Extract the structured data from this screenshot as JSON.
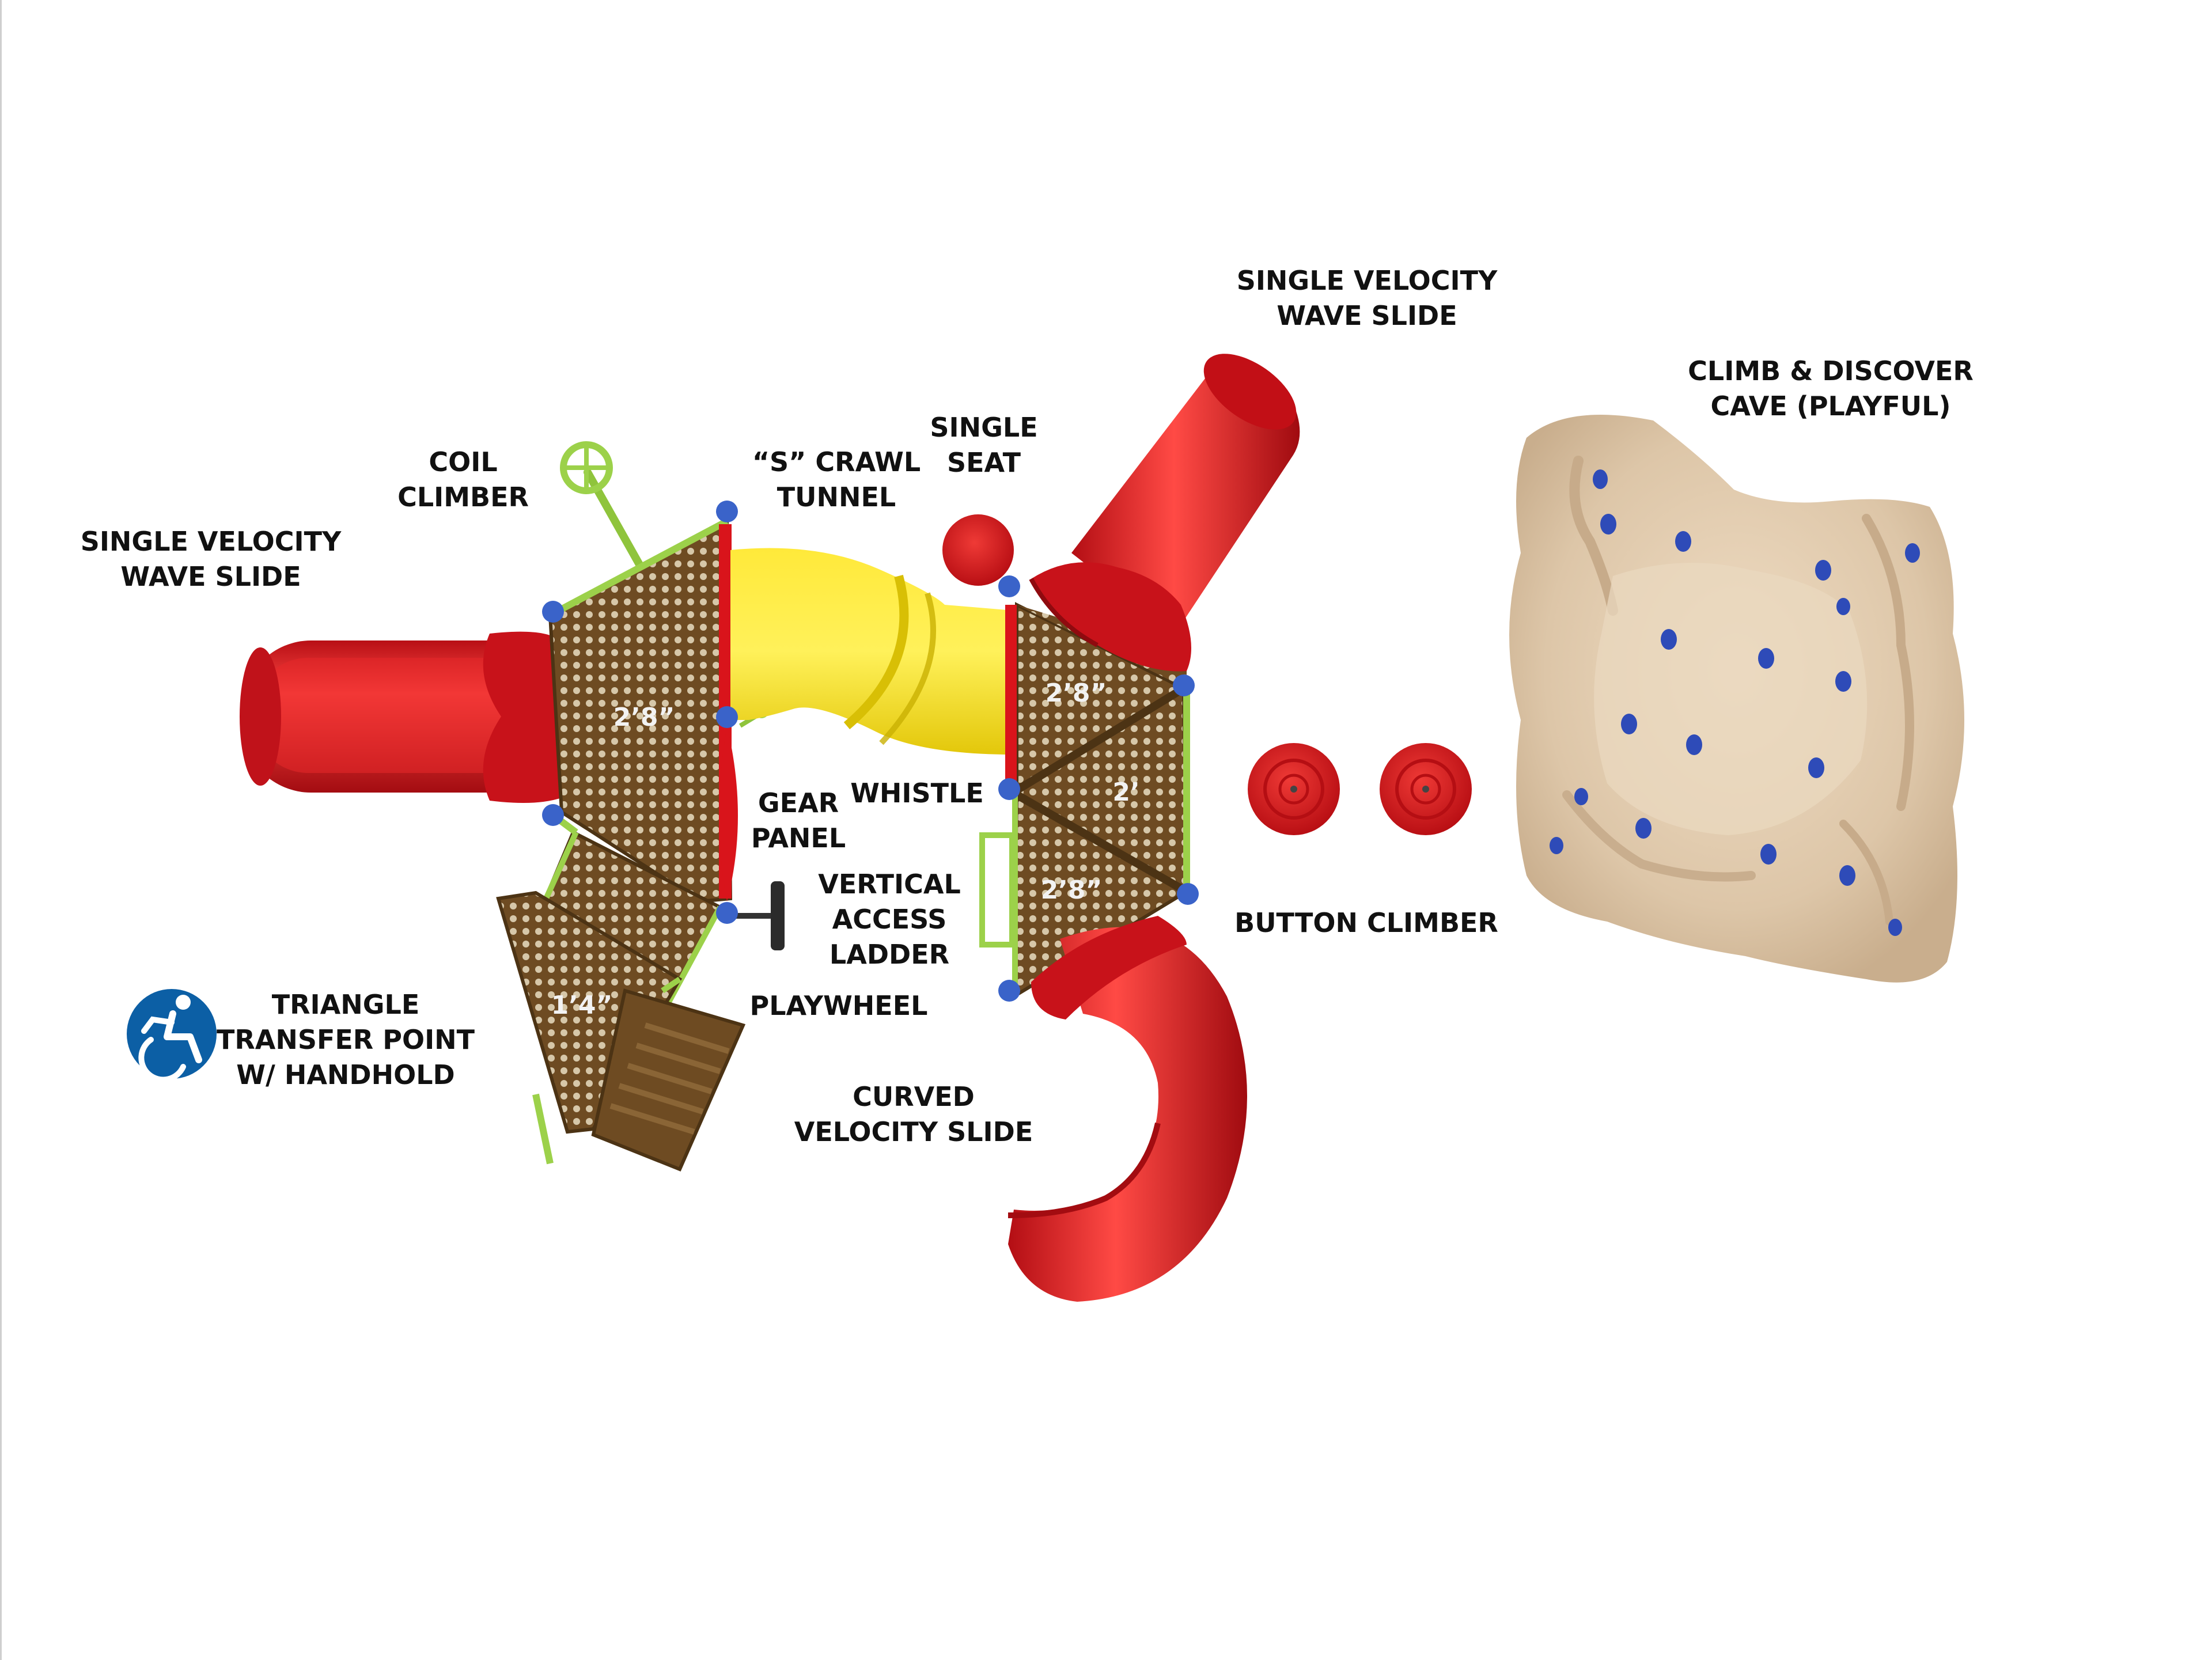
{
  "colors": {
    "slide_red": "#d9141b",
    "slide_red_dark": "#9e0c10",
    "tunnel_yellow": "#f5e11c",
    "tunnel_shade": "#d8bf05",
    "deck_brown": "#6e4b22",
    "deck_dot": "#d6c7a9",
    "post_blue": "#3a63c9",
    "rail_green": "#9cd14a",
    "rock_tan": "#dcc6aa",
    "rock_shadow": "#bfa688",
    "hold_blue": "#2e4bb8",
    "accessibility_blue": "#0c5fa5",
    "deck_text": "#f2f2f2"
  },
  "labels": {
    "slide_left": [
      "SINGLE VELOCITY",
      "WAVE SLIDE"
    ],
    "coil_climber": [
      "COIL",
      "CLIMBER"
    ],
    "crawl_tunnel": [
      "“S” CRAWL",
      "TUNNEL"
    ],
    "single_seat": [
      "SINGLE",
      "SEAT"
    ],
    "slide_top": [
      "SINGLE VELOCITY",
      "WAVE SLIDE"
    ],
    "cave": [
      "CLIMB & DISCOVER",
      "CAVE (PLAYFUL)"
    ],
    "gear_panel": [
      "GEAR",
      "PANEL"
    ],
    "whistle": [
      "WHISTLE"
    ],
    "access_ladder": [
      "VERTICAL",
      "ACCESS",
      "LADDER"
    ],
    "button_climber": [
      "BUTTON CLIMBER"
    ],
    "playwheel": [
      "PLAYWHEEL"
    ],
    "transfer_point": [
      "TRIANGLE",
      "TRANSFER POINT",
      "W/ HANDHOLD"
    ],
    "curved_slide": [
      "CURVED",
      "VELOCITY SLIDE"
    ]
  },
  "deck_heights": {
    "left_deck": "2’8”",
    "right_top_deck": "2’8”",
    "right_middle_deck": "2’",
    "right_bottom_deck": "2’8”",
    "transfer_deck": "1’4”"
  },
  "icons": {
    "accessibility": "wheelchair-accessibility-icon"
  }
}
